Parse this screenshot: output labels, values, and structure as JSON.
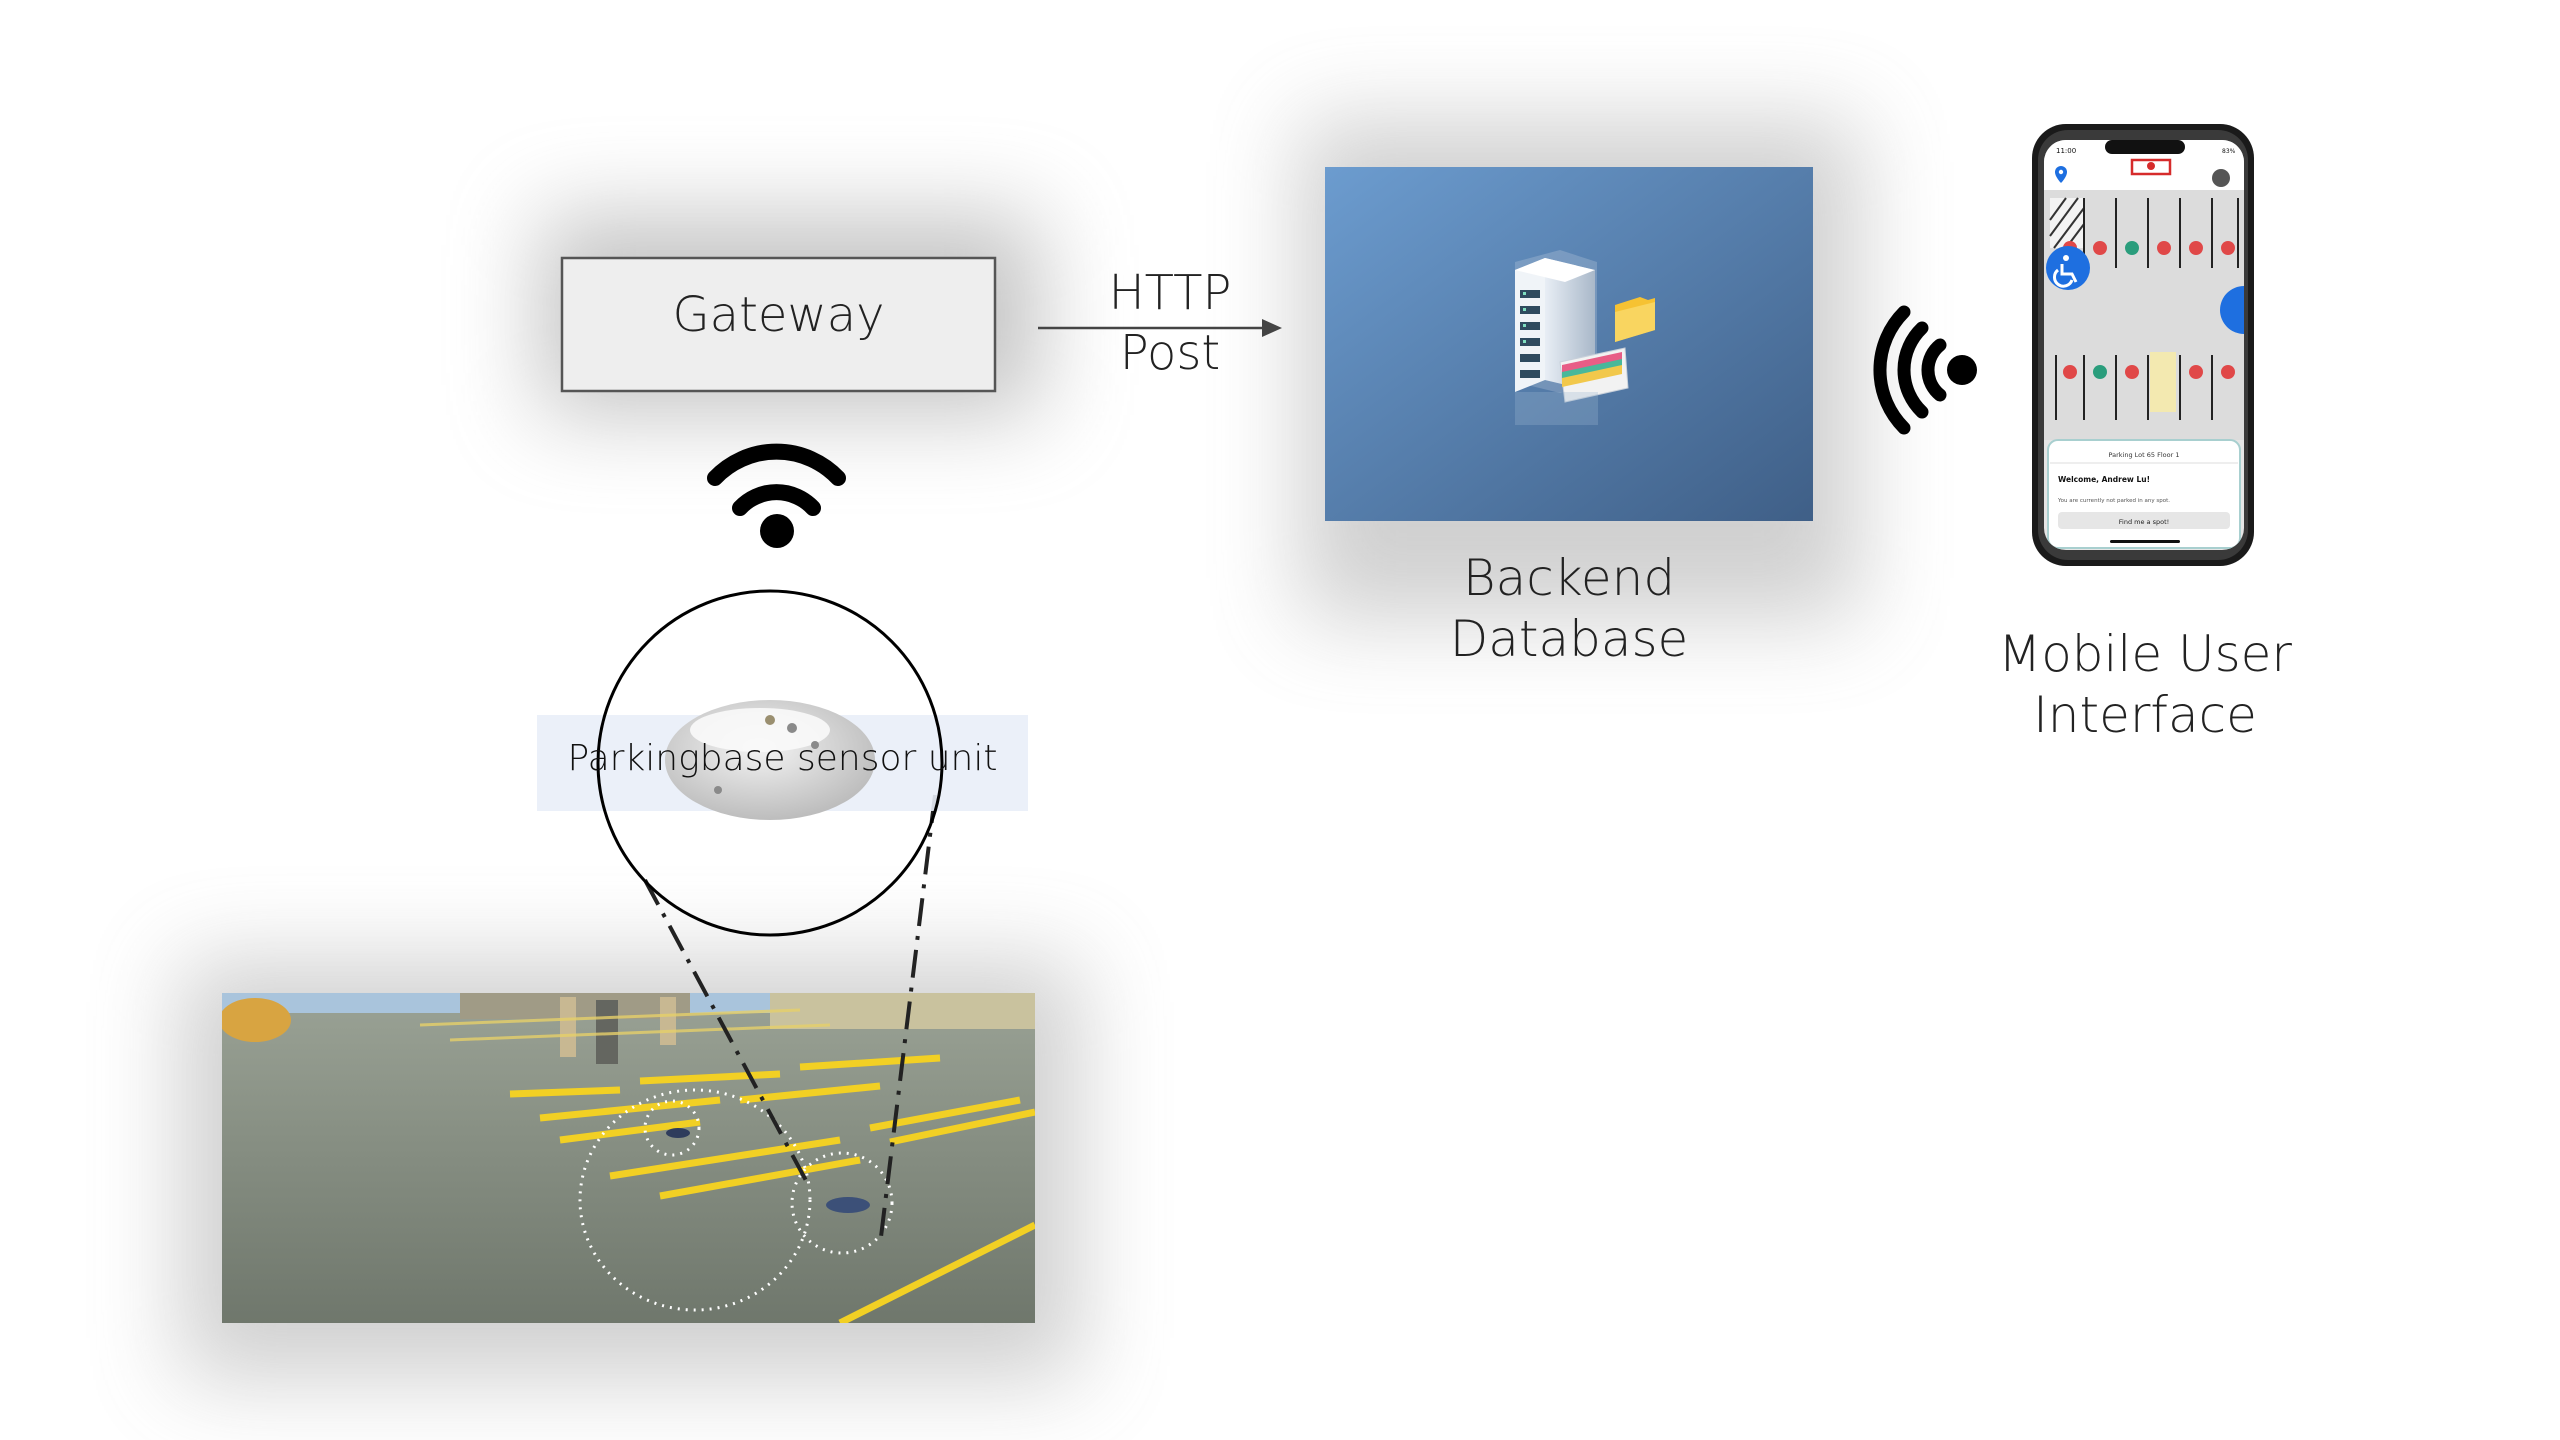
{
  "gateway": {
    "label": "Gateway"
  },
  "connection": {
    "line1": "HTTP",
    "line2": "Post"
  },
  "backend": {
    "line1": "Backend",
    "line2": "Database"
  },
  "mobile": {
    "line1": "Mobile User",
    "line2": "Interface"
  },
  "sensor": {
    "label": "Parkingbase sensor unit"
  },
  "phone": {
    "status_time": "11:00",
    "status_right": "83%",
    "lot_title": "Parking Lot 65 Floor 1",
    "welcome": "Welcome, Andrew Lu!",
    "status_text": "You are currently not parked in any spot.",
    "button_label": "Find me a spot!"
  },
  "colors": {
    "occupied": "#e04848",
    "available": "#2a9d7c",
    "accessible": "#1e6fe0",
    "parking_line": "#f2d024",
    "backend_bg_top": "#6c9ccf",
    "backend_bg_bottom": "#3f5f87"
  },
  "icons": [
    "wifi-icon",
    "wifi-signal-icon",
    "server-icon",
    "folder-icon",
    "accessible-icon",
    "location-pin-icon"
  ]
}
